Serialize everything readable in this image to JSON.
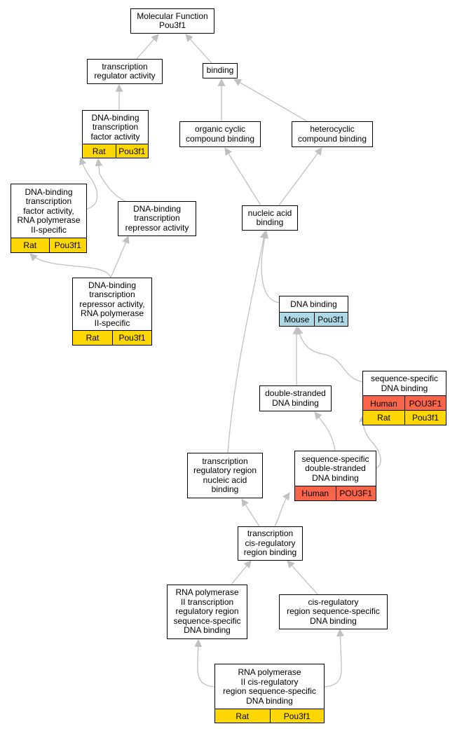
{
  "nodes": {
    "mf": {
      "label": "Molecular Function\nPou3f1"
    },
    "tra": {
      "label": "transcription\nregulator activity"
    },
    "bind": {
      "label": "binding"
    },
    "dbtfa": {
      "label": "DNA-binding\ntranscription\nfactor activity",
      "badges": [
        {
          "species": "Rat",
          "gene": "Pou3f1",
          "color": "#FFD700"
        }
      ]
    },
    "ocb": {
      "label": "organic cyclic\ncompound binding"
    },
    "hcb": {
      "label": "heterocyclic\ncompound binding"
    },
    "dbtfa2": {
      "label": "DNA-binding\ntranscription\nfactor activity,\nRNA polymerase\nII-specific",
      "badges": [
        {
          "species": "Rat",
          "gene": "Pou3f1",
          "color": "#FFD700"
        }
      ]
    },
    "dbtra": {
      "label": "DNA-binding\ntranscription\nrepressor activity"
    },
    "nab": {
      "label": "nucleic acid\nbinding"
    },
    "dbtra2": {
      "label": "DNA-binding\ntranscription\nrepressor activity,\nRNA polymerase\nII-specific",
      "badges": [
        {
          "species": "Rat",
          "gene": "Pou3f1",
          "color": "#FFD700"
        }
      ]
    },
    "dnab": {
      "label": "DNA binding",
      "badges": [
        {
          "species": "Mouse",
          "gene": "Pou3f1",
          "color": "#ADD8E6"
        }
      ]
    },
    "ssdb": {
      "label": "sequence-specific\nDNA binding",
      "badges": [
        {
          "species": "Human",
          "gene": "POU3F1",
          "color": "#FA6549"
        },
        {
          "species": "Rat",
          "gene": "Pou3f1",
          "color": "#FFD700"
        }
      ]
    },
    "dsdb": {
      "label": "double-stranded\nDNA binding"
    },
    "ssdsdb": {
      "label": "sequence-specific\ndouble-stranded\nDNA binding",
      "badges": [
        {
          "species": "Human",
          "gene": "POU3F1",
          "color": "#FA6549"
        }
      ]
    },
    "trrnab": {
      "label": "transcription\nregulatory region\nnucleic acid\nbinding"
    },
    "tcrrb": {
      "label": "transcription\ncis-regulatory\nregion binding"
    },
    "rp2": {
      "label": "RNA polymerase\nII transcription\nregulatory region\nsequence-specific\nDNA binding"
    },
    "crrssdb": {
      "label": "cis-regulatory\nregion sequence-specific\nDNA binding"
    },
    "rp2cr": {
      "label": "RNA polymerase\nII cis-regulatory\nregion sequence-specific\nDNA binding",
      "badges": [
        {
          "species": "Rat",
          "gene": "Pou3f1",
          "color": "#FFD700"
        }
      ]
    }
  },
  "edge_color": "#C0C0C0"
}
